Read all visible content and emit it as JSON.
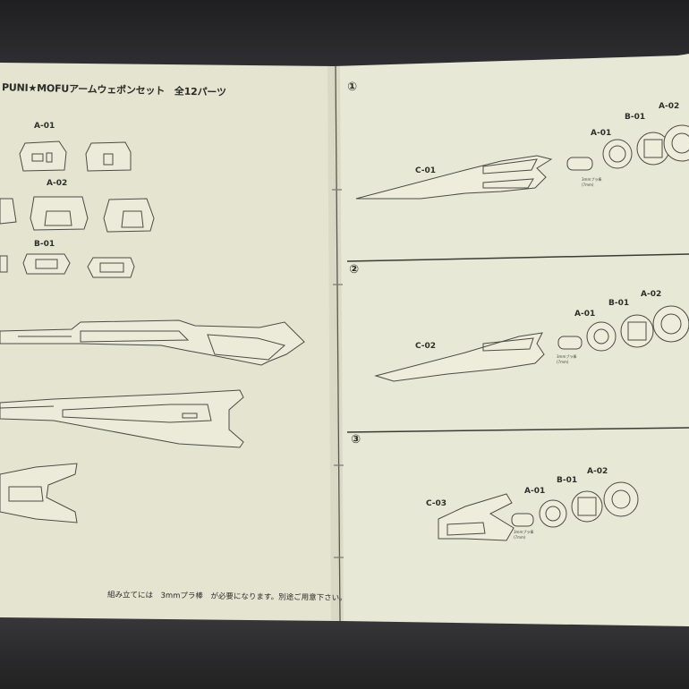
{
  "title": "PUNI★MOFUアームウェポンセット　全12パーツ",
  "left_labels": [
    "A-01",
    "A-02",
    "B-01"
  ],
  "steps": [
    {
      "marker": "①",
      "c_label": "C-01",
      "a01": "A-01",
      "b01": "B-01",
      "a02": "A-02",
      "rod_note": "3mmプラ棒\n(7mm)"
    },
    {
      "marker": "②",
      "c_label": "C-02",
      "a01": "A-01",
      "b01": "B-01",
      "a02": "A-02",
      "rod_note": "3mmプラ棒\n(7mm)"
    },
    {
      "marker": "③",
      "c_label": "C-03",
      "a01": "A-01",
      "b01": "B-01",
      "a02": "A-02",
      "rod_note": "3mmプラ棒\n(7mm)"
    }
  ],
  "footer": "組み立てには　3mmプラ棒　が必要になります。別途ご用意下さい。",
  "colors": {
    "paper": "#e6e6d3",
    "paper_shade": "#d9d9c4",
    "ink": "#3a3c36",
    "background": "#2a2a2c"
  }
}
